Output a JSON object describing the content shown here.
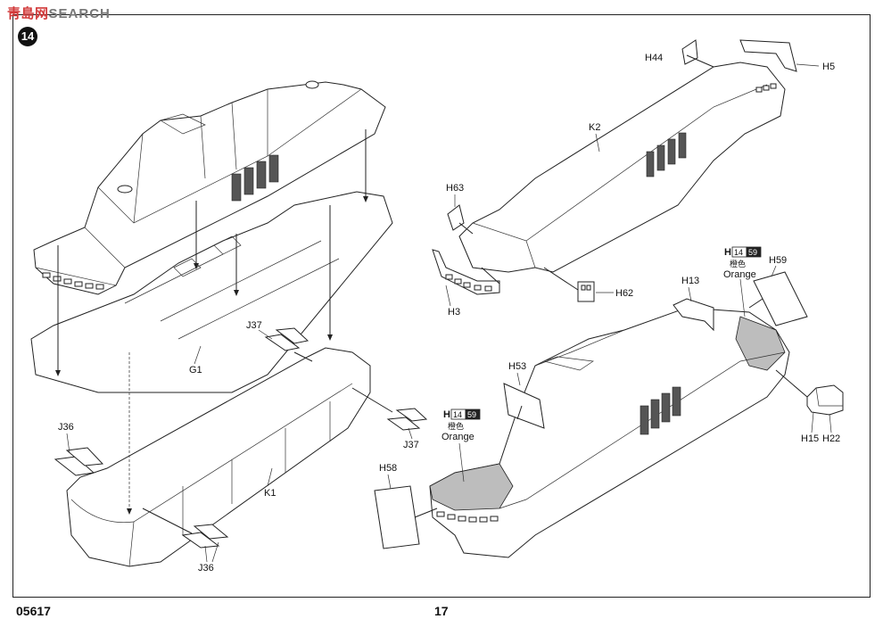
{
  "watermark": {
    "cn": "靑島网",
    "en": "SEARCH"
  },
  "step_number": "14",
  "footer": {
    "code": "05617",
    "page": "17"
  },
  "labels": {
    "h44": "H44",
    "h5": "H5",
    "k2": "K2",
    "h63": "H63",
    "h3": "H3",
    "h62": "H62",
    "h13": "H13",
    "h59": "H59",
    "h53": "H53",
    "h58": "H58",
    "h15": "H15",
    "h22": "H22",
    "g1": "G1",
    "j37_top": "J37",
    "j37_bottom": "J37",
    "j36_top": "J36",
    "j36_bottom": "J36",
    "k1": "K1"
  },
  "paint_callouts": [
    {
      "letter": "H",
      "n1": "14",
      "n2": "59",
      "cn": "橙色",
      "en": "Orange"
    },
    {
      "letter": "H",
      "n1": "14",
      "n2": "59",
      "cn": "橙色",
      "en": "Orange"
    }
  ]
}
